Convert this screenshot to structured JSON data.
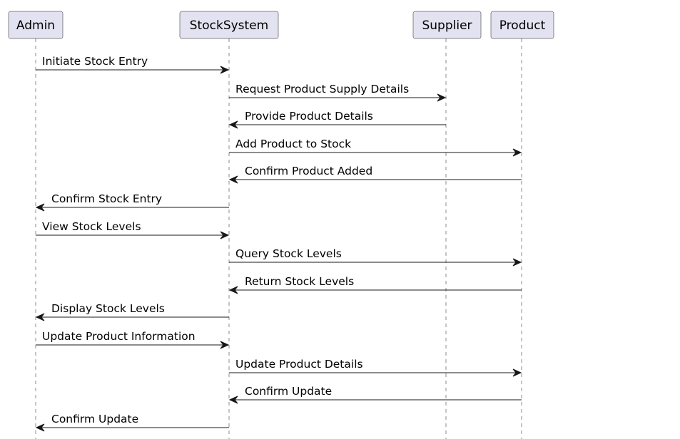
{
  "colors": {
    "participant_fill": "#e2e2f0",
    "line": "#181818",
    "text": "#000000"
  },
  "participants": [
    {
      "id": "admin",
      "label": "Admin"
    },
    {
      "id": "stocksystem",
      "label": "StockSystem"
    },
    {
      "id": "supplier",
      "label": "Supplier"
    },
    {
      "id": "product",
      "label": "Product"
    }
  ],
  "messages": [
    {
      "from": "admin",
      "to": "stocksystem",
      "label": "Initiate Stock Entry"
    },
    {
      "from": "stocksystem",
      "to": "supplier",
      "label": "Request Product Supply Details"
    },
    {
      "from": "supplier",
      "to": "stocksystem",
      "label": "Provide Product Details"
    },
    {
      "from": "stocksystem",
      "to": "product",
      "label": "Add Product to Stock"
    },
    {
      "from": "product",
      "to": "stocksystem",
      "label": "Confirm Product Added"
    },
    {
      "from": "stocksystem",
      "to": "admin",
      "label": "Confirm Stock Entry"
    },
    {
      "from": "admin",
      "to": "stocksystem",
      "label": "View Stock Levels"
    },
    {
      "from": "stocksystem",
      "to": "product",
      "label": "Query Stock Levels"
    },
    {
      "from": "product",
      "to": "stocksystem",
      "label": "Return Stock Levels"
    },
    {
      "from": "stocksystem",
      "to": "admin",
      "label": "Display Stock Levels"
    },
    {
      "from": "admin",
      "to": "stocksystem",
      "label": "Update Product Information"
    },
    {
      "from": "stocksystem",
      "to": "product",
      "label": "Update Product Details"
    },
    {
      "from": "product",
      "to": "stocksystem",
      "label": "Confirm Update"
    },
    {
      "from": "stocksystem",
      "to": "admin",
      "label": "Confirm Update"
    }
  ]
}
